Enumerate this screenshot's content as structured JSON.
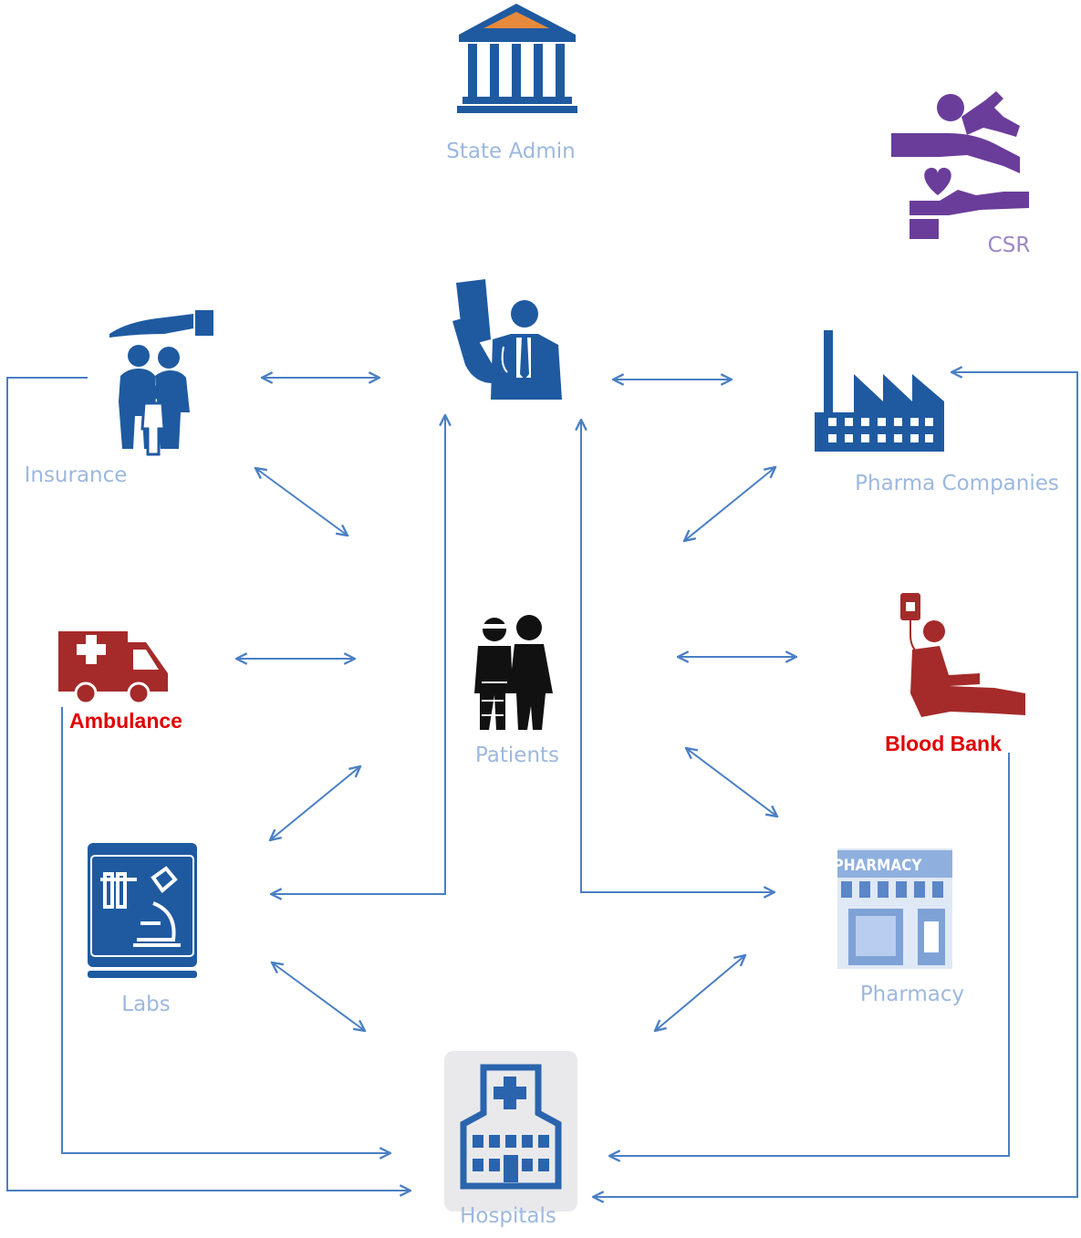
{
  "diagram": {
    "nodes": {
      "state_admin": {
        "label": "State Admin",
        "icon": "government-building-icon"
      },
      "csr": {
        "label": "CSR",
        "icon": "hands-care-icon"
      },
      "insurance": {
        "label": "Insurance",
        "icon": "family-protection-icon"
      },
      "doctor": {
        "label": "",
        "icon": "doctor-xray-icon"
      },
      "pharma": {
        "label": "Pharma Companies",
        "icon": "factory-icon"
      },
      "ambulance": {
        "label": "Ambulance",
        "icon": "ambulance-icon"
      },
      "patients": {
        "label": "Patients",
        "icon": "patients-icon"
      },
      "blood_bank": {
        "label": "Blood Bank",
        "icon": "blood-donation-icon"
      },
      "labs": {
        "label": "Labs",
        "icon": "microscope-lab-icon"
      },
      "pharmacy": {
        "label": "Pharmacy",
        "icon": "pharmacy-store-icon",
        "sign": "PHARMACY"
      },
      "hospitals": {
        "label": "Hospitals",
        "icon": "hospital-building-icon"
      }
    },
    "colors": {
      "arrow": "#4a7fc4",
      "blue_icon": "#1f5aa0",
      "label_blue": "#9db8de",
      "purple": "#6a3d9a",
      "red": "#a52a2a",
      "red_label": "#e00000"
    }
  }
}
